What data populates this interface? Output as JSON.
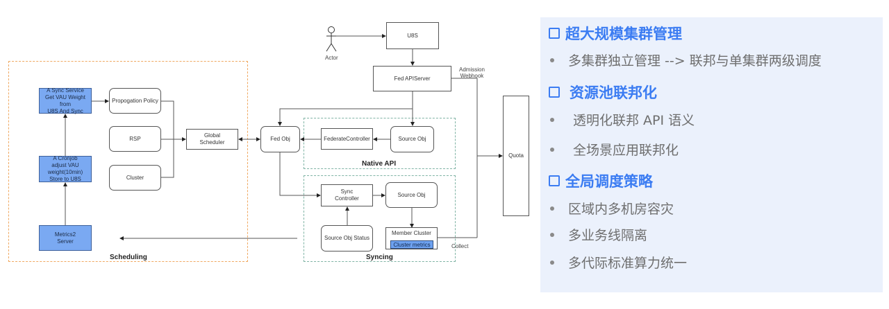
{
  "diagram": {
    "actor_label": "Actor",
    "nodes": {
      "u8s": "U8S",
      "fed_apiserver": "Fed APIServer",
      "quota": "Quota",
      "fed_obj": "Fed Obj",
      "federate_controller": "FederateController",
      "source_obj_native": "Source Obj",
      "sync_controller": "Sync\nController",
      "source_obj_sync": "Source Obj",
      "source_obj_status": "Source Obj Status",
      "member_cluster": "Member Cluster",
      "cluster_metrics": "Cluster metrics",
      "global_scheduler": "Global\nScheduler",
      "propogation_policy": "Propogation Policy",
      "rsp": "RSP",
      "cluster": "Cluster",
      "sync_service": "A Sync Service\nGet VAU Weight from\nU8S And Sync",
      "cronjob": "A Cronjob\nadjust VAU\nweight(10min)\nStore to U8S",
      "metrics2_server": "Metrics2\nServer"
    },
    "groups": {
      "scheduling": "Scheduling",
      "native_api": "Native API",
      "syncing": "Syncing"
    },
    "edge_labels": {
      "admission_webhook": "Admission\nWebhook",
      "collect": "Collect"
    },
    "colors": {
      "blue_box": "#7aa9f2",
      "scheduling_border": "#f0a860",
      "group_border": "#7fb3a4"
    }
  },
  "panel": {
    "sections": [
      {
        "heading": "超大规模集群管理",
        "items": [
          "多集群独立管理 --> 联邦与单集群两级调度"
        ]
      },
      {
        "heading": "资源池联邦化",
        "items": [
          "透明化联邦 API 语义",
          "全场景应用联邦化"
        ]
      },
      {
        "heading": "全局调度策略",
        "items": [
          "区域内多机房容灾",
          "多业务线隔离",
          "多代际标准算力统一"
        ]
      }
    ],
    "colors": {
      "background": "#ebf1fc",
      "heading": "#3b7cf2",
      "item": "#6e6e6e"
    }
  }
}
